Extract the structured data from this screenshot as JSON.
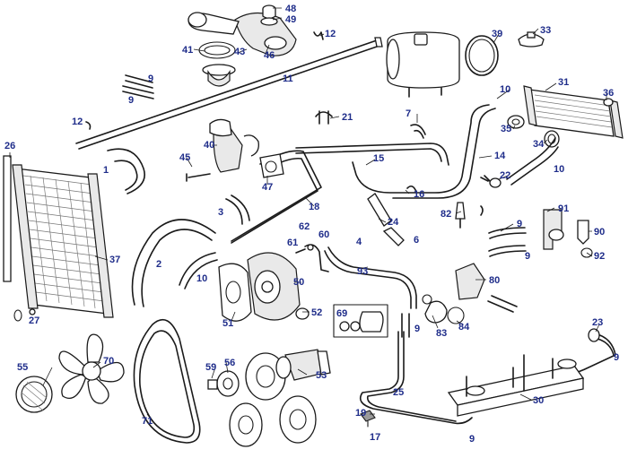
{
  "labels": [
    {
      "id": "48",
      "text": "48"
    },
    {
      "id": "49",
      "text": "49"
    },
    {
      "id": "12a",
      "text": "12"
    },
    {
      "id": "41",
      "text": "41"
    },
    {
      "id": "43",
      "text": "43"
    },
    {
      "id": "46",
      "text": "46"
    },
    {
      "id": "39",
      "text": "39"
    },
    {
      "id": "33",
      "text": "33"
    },
    {
      "id": "9a",
      "text": "9"
    },
    {
      "id": "9b",
      "text": "9"
    },
    {
      "id": "11",
      "text": "11"
    },
    {
      "id": "31",
      "text": "31"
    },
    {
      "id": "10a",
      "text": "10"
    },
    {
      "id": "36",
      "text": "36"
    },
    {
      "id": "12b",
      "text": "12"
    },
    {
      "id": "21",
      "text": "21"
    },
    {
      "id": "7",
      "text": "7"
    },
    {
      "id": "35",
      "text": "35"
    },
    {
      "id": "26",
      "text": "26"
    },
    {
      "id": "40",
      "text": "40"
    },
    {
      "id": "34",
      "text": "34"
    },
    {
      "id": "1",
      "text": "1"
    },
    {
      "id": "45",
      "text": "45"
    },
    {
      "id": "15",
      "text": "15"
    },
    {
      "id": "14",
      "text": "14"
    },
    {
      "id": "10b",
      "text": "10"
    },
    {
      "id": "47",
      "text": "47"
    },
    {
      "id": "22",
      "text": "22"
    },
    {
      "id": "16",
      "text": "16"
    },
    {
      "id": "18",
      "text": "18"
    },
    {
      "id": "3",
      "text": "3"
    },
    {
      "id": "24",
      "text": "24"
    },
    {
      "id": "82",
      "text": "82"
    },
    {
      "id": "91",
      "text": "91"
    },
    {
      "id": "9c",
      "text": "9"
    },
    {
      "id": "62",
      "text": "62"
    },
    {
      "id": "4",
      "text": "4"
    },
    {
      "id": "6",
      "text": "6"
    },
    {
      "id": "90",
      "text": "90"
    },
    {
      "id": "61",
      "text": "61"
    },
    {
      "id": "60",
      "text": "60"
    },
    {
      "id": "9d",
      "text": "9"
    },
    {
      "id": "92",
      "text": "92"
    },
    {
      "id": "37",
      "text": "37"
    },
    {
      "id": "2",
      "text": "2"
    },
    {
      "id": "93",
      "text": "93"
    },
    {
      "id": "10c",
      "text": "10"
    },
    {
      "id": "50",
      "text": "50"
    },
    {
      "id": "80",
      "text": "80"
    },
    {
      "id": "69",
      "text": "69"
    },
    {
      "id": "52",
      "text": "52"
    },
    {
      "id": "51",
      "text": "51"
    },
    {
      "id": "27",
      "text": "27"
    },
    {
      "id": "83",
      "text": "83"
    },
    {
      "id": "84",
      "text": "84"
    },
    {
      "id": "9e",
      "text": "9"
    },
    {
      "id": "23",
      "text": "23"
    },
    {
      "id": "9f",
      "text": "9"
    },
    {
      "id": "55",
      "text": "55"
    },
    {
      "id": "70",
      "text": "70"
    },
    {
      "id": "56",
      "text": "56"
    },
    {
      "id": "59",
      "text": "59"
    },
    {
      "id": "53",
      "text": "53"
    },
    {
      "id": "25",
      "text": "25"
    },
    {
      "id": "30",
      "text": "30"
    },
    {
      "id": "71",
      "text": "71"
    },
    {
      "id": "19",
      "text": "19"
    },
    {
      "id": "17",
      "text": "17"
    },
    {
      "id": "9g",
      "text": "9"
    }
  ]
}
